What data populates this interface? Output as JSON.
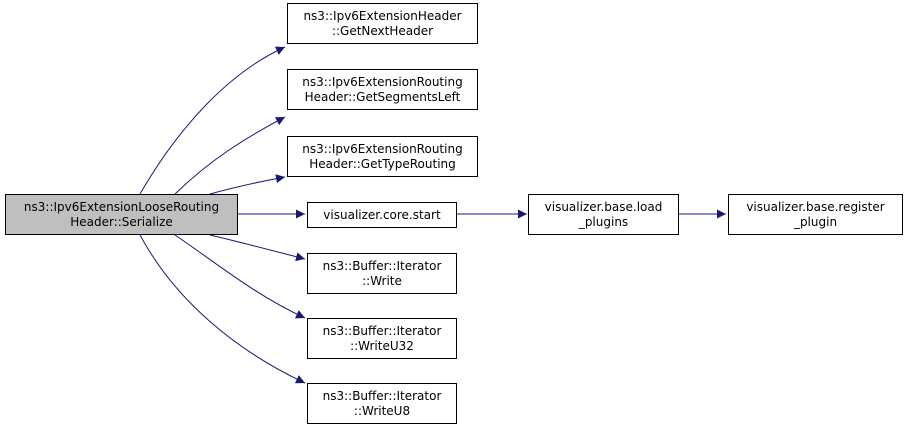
{
  "colors": {
    "edge": "#191970",
    "root_fill": "#bfbfbf",
    "node_fill": "#ffffff",
    "border": "#000000"
  },
  "nodes": {
    "root": {
      "line1": "ns3::Ipv6ExtensionLooseRouting",
      "line2": "Header::Serialize"
    },
    "get_next_header": {
      "line1": "ns3::Ipv6ExtensionHeader",
      "line2": "::GetNextHeader"
    },
    "get_segments_left": {
      "line1": "ns3::Ipv6ExtensionRouting",
      "line2": "Header::GetSegmentsLeft"
    },
    "get_type_routing": {
      "line1": "ns3::Ipv6ExtensionRouting",
      "line2": "Header::GetTypeRouting"
    },
    "core_start": {
      "line1": "visualizer.core.start"
    },
    "load_plugins": {
      "line1": "visualizer.base.load",
      "line2": "_plugins"
    },
    "register_plugin": {
      "line1": "visualizer.base.register",
      "line2": "_plugin"
    },
    "write": {
      "line1": "ns3::Buffer::Iterator",
      "line2": "::Write"
    },
    "write_u32": {
      "line1": "ns3::Buffer::Iterator",
      "line2": "::WriteU32"
    },
    "write_u8": {
      "line1": "ns3::Buffer::Iterator",
      "line2": "::WriteU8"
    }
  }
}
